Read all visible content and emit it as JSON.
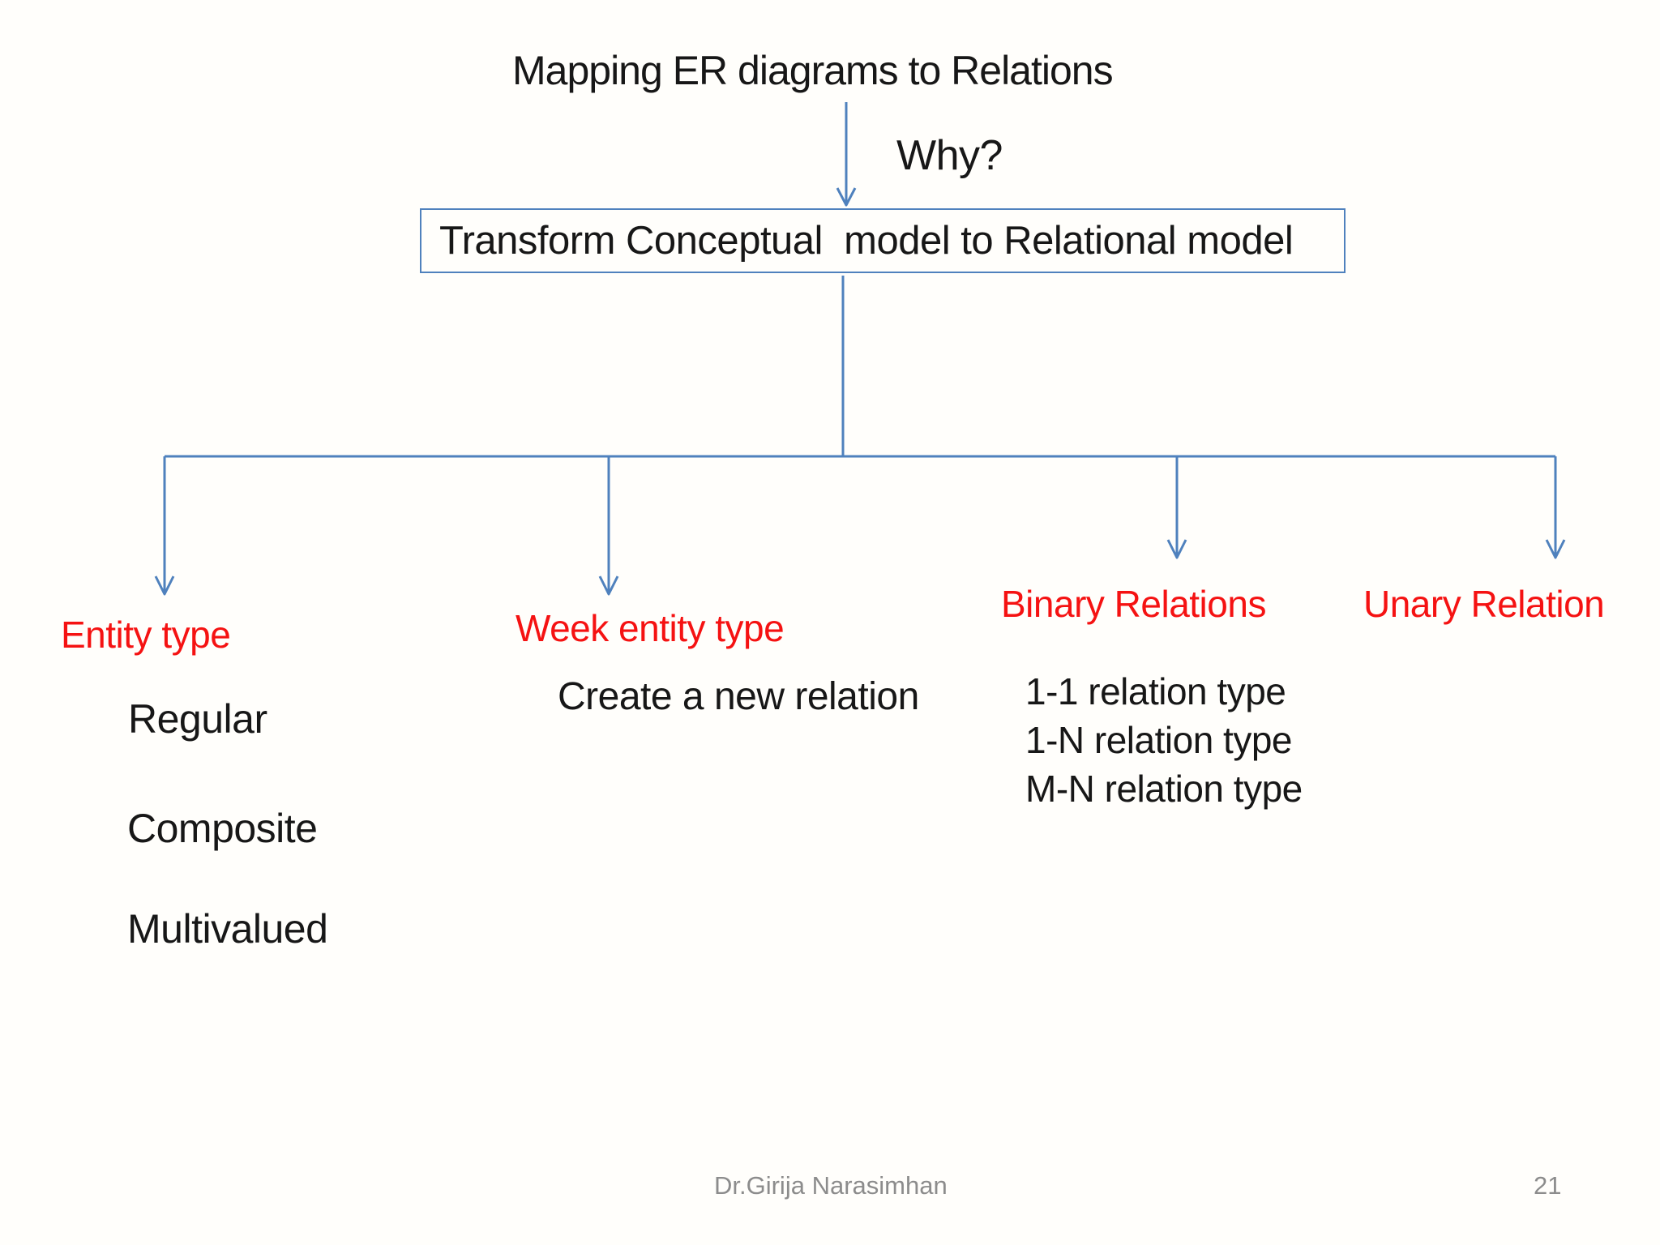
{
  "slide": {
    "title": "Mapping ER diagrams to Relations",
    "why_label": "Why?",
    "transform_box_label": "Transform Conceptual  model to Relational model",
    "branches": [
      {
        "label": "Entity type",
        "items": [
          "Regular",
          "Composite",
          "Multivalued"
        ]
      },
      {
        "label": "Week entity type",
        "items": [
          "Create a new relation"
        ]
      },
      {
        "label": "Binary Relations",
        "items": [
          "1-1 relation type",
          "1-N relation type",
          "M-N relation type"
        ]
      },
      {
        "label": "Unary Relation",
        "items": []
      }
    ],
    "footer": {
      "author": "Dr.Girija Narasimhan",
      "page_number": "21"
    },
    "colors": {
      "accent_blue": "#4f81bd",
      "label_red": "#f51212",
      "text_black": "#171717",
      "footer_gray": "#8c8c8c",
      "background": "#fffefb"
    }
  }
}
